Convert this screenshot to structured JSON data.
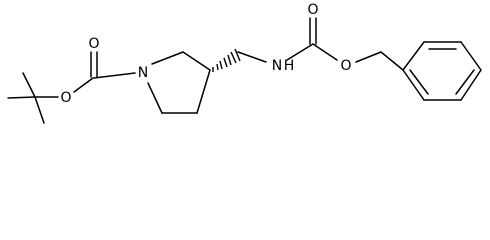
{
  "molecule": {
    "atoms": {
      "o_carbonyl_boc": "O",
      "o_ester_boc": "O",
      "n_ring": "N",
      "n_carbamate": "N",
      "h_carbamate": "H",
      "o_carbonyl_cbz": "O",
      "o_ester_cbz": "O"
    }
  },
  "colors": {
    "bond": "#000000",
    "label": "#000000",
    "background": "#ffffff"
  }
}
